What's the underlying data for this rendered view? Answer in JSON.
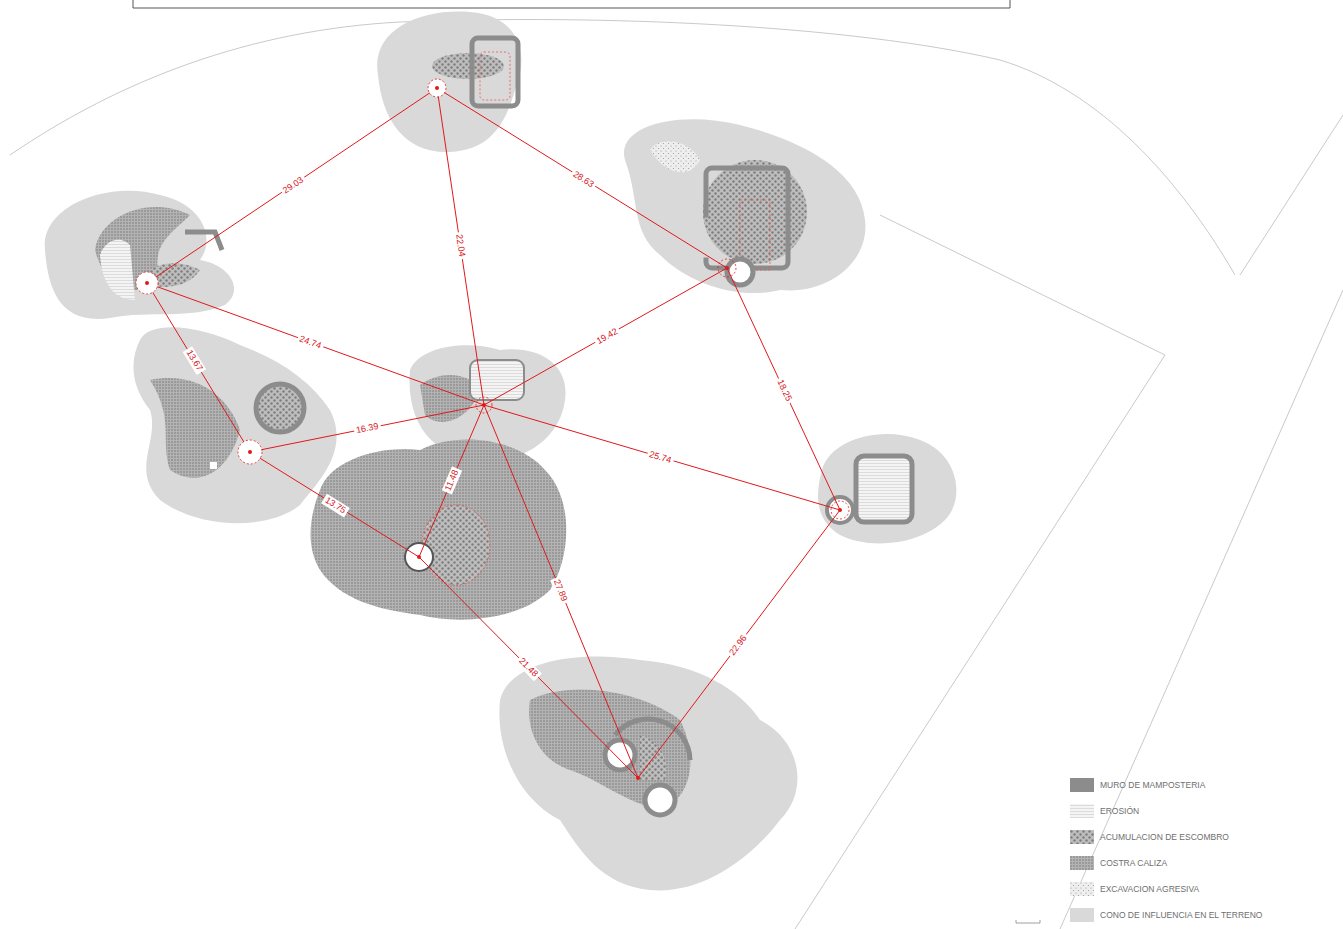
{
  "diagram": {
    "labels": [
      "29.03",
      "22.04",
      "28.63",
      "13.67",
      "24.74",
      "19.42",
      "16.39",
      "18.25",
      "25.74",
      "13.75",
      "11.48",
      "27.89",
      "21.48",
      "22.96"
    ],
    "legend": [
      {
        "text": "MURO DE MAMPOSTERIA",
        "color": "#8c8c8c"
      },
      {
        "text": "EROSIÓN"
      },
      {
        "text": "ACUMULACION DE ESCOMBRO"
      },
      {
        "text": "COSTRA CALIZA"
      },
      {
        "text": "EXCAVACION AGRESIVA"
      },
      {
        "text": "CONO DE INFLUENCIA EN EL TERRENO",
        "color": "#d9d9d9"
      }
    ]
  }
}
